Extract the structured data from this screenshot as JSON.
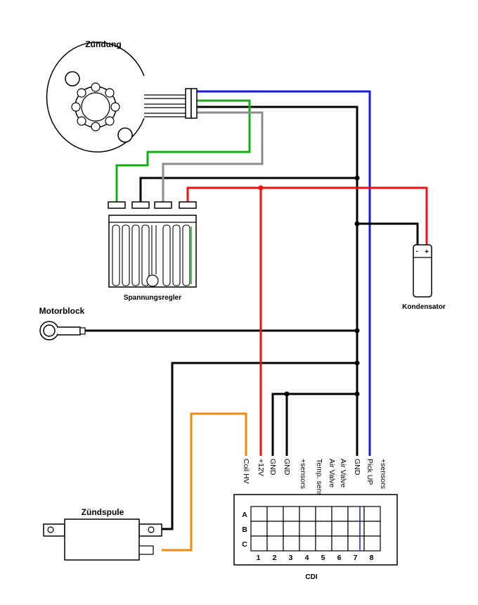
{
  "labels": {
    "zuendung": "Zündung",
    "spannungsregler": "Spannungsregler",
    "kondensator": "Kondensator",
    "motorblock": "Motorblock",
    "zuendspule": "Zündspule",
    "cdi": "CDI",
    "cap_minus": "-",
    "cap_plus": "+"
  },
  "cdi_pins": [
    "Coil HV",
    "+12V",
    "GND",
    "GND",
    "+sensors",
    "Temp. sens.",
    "Air Valve",
    "Air Valve",
    "GND",
    "Pick UP",
    "+sensors"
  ],
  "cdi_rows": [
    "A",
    "B",
    "C"
  ],
  "cdi_cols": [
    "1",
    "2",
    "3",
    "4",
    "5",
    "6",
    "7",
    "8"
  ],
  "wire_colors": {
    "black": "#000000",
    "red": "#ee1111",
    "blue": "#1a1adc",
    "green": "#11b011",
    "gray": "#8c8c8c",
    "orange": "#f08a0c"
  }
}
